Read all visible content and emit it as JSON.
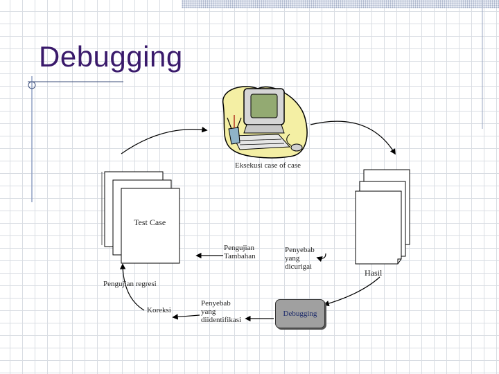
{
  "slide": {
    "title": "Debugging"
  },
  "diagram": {
    "execution_label": "Eksekusi case of case",
    "test_case_label": "Test Case",
    "results_label": "Hasil",
    "additional_tests_label": "Pengujian\nTambahan",
    "suspected_causes_label": "Penyebab\nyang\ndicurigai",
    "regression_tests_label": "Pengujian regresi",
    "corrections_label": "Koreksi",
    "identified_causes_label": "Penyebab\nyang\ndiidentifikasi",
    "debugging_label": "Debugging"
  },
  "icons": {
    "clipart": "computer-icon"
  }
}
